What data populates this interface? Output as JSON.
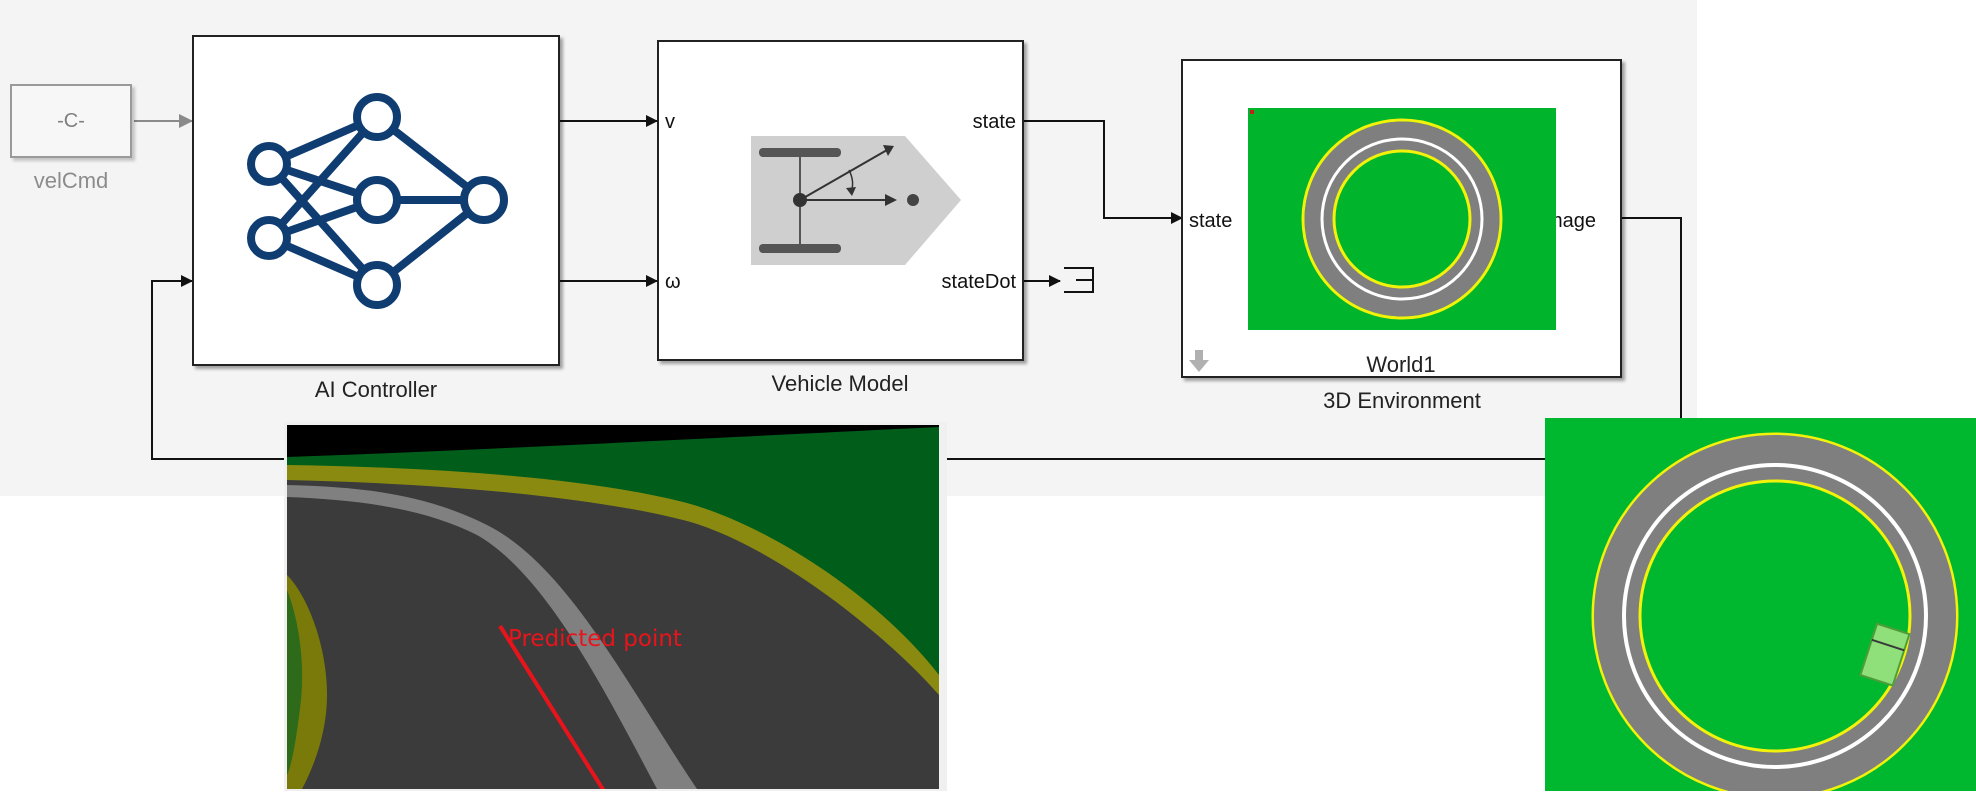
{
  "constant_block": {
    "symbol": "-C-",
    "name": "velCmd"
  },
  "ai_controller": {
    "name": "AI Controller"
  },
  "vehicle_model": {
    "name": "Vehicle Model",
    "ports": {
      "in_v": "v",
      "in_omega": "ω",
      "out_state": "state",
      "out_statedot": "stateDot"
    }
  },
  "environment_3d": {
    "name": "3D Environment",
    "world_label": "World1",
    "ports": {
      "in_state": "state",
      "out_image": "Image"
    }
  },
  "camera_view": {
    "overlay_label": "Predicted point"
  },
  "colors": {
    "network_blue": "#0f3d72",
    "grass_green": "#00b52b",
    "track_gray": "#7f7f7f",
    "lane_yellow": "#f2f20a",
    "predicted_red": "#e8141c"
  }
}
